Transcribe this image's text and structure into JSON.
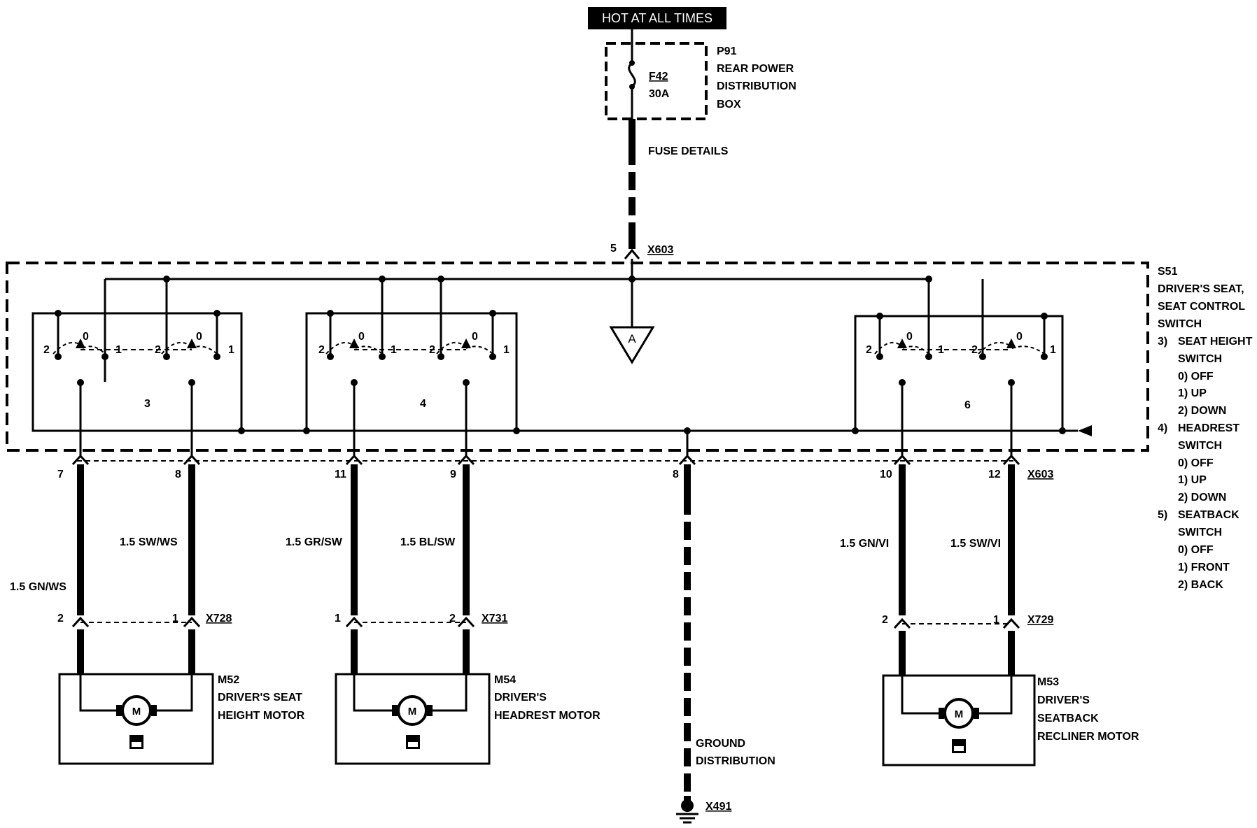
{
  "power": {
    "hot_label": "HOT AT ALL TIMES",
    "fuse_id": "F42",
    "fuse_rating": "30A",
    "box_ref": "P91",
    "box_name_1": "REAR POWER",
    "box_name_2": "DISTRIBUTION",
    "box_name_3": "BOX",
    "fuse_details": "FUSE DETAILS"
  },
  "top_connector": {
    "pin": "5",
    "ref": "X603"
  },
  "switch_module": {
    "ref": "S51",
    "lines": [
      "DRIVER'S SEAT,",
      "SEAT CONTROL",
      "SWITCH"
    ],
    "legend": [
      {
        "num": "3)",
        "name_1": "SEAT HEIGHT",
        "name_2": "SWITCH",
        "positions": [
          "0) OFF",
          "1) UP",
          "2) DOWN"
        ]
      },
      {
        "num": "4)",
        "name_1": "HEADREST",
        "name_2": "SWITCH",
        "positions": [
          "0) OFF",
          "1) UP",
          "2) DOWN"
        ]
      },
      {
        "num": "5)",
        "name_1": "SEATBACK",
        "name_2": "SWITCH",
        "positions": [
          "0) OFF",
          "1) FRONT",
          "2) BACK"
        ]
      }
    ],
    "switches": [
      {
        "number": "3",
        "contacts": [
          "2",
          "0",
          "1",
          "2",
          "0",
          "1"
        ]
      },
      {
        "number": "4",
        "contacts": [
          "2",
          "0",
          "1",
          "2",
          "0",
          "1"
        ]
      },
      {
        "number": "6",
        "contacts": [
          "2",
          "0",
          "1",
          "2",
          "0",
          "1"
        ]
      }
    ],
    "triangle_label": "A"
  },
  "bottom_connector": {
    "ref": "X603",
    "pins": [
      "7",
      "8",
      "11",
      "9",
      "8",
      "10",
      "12"
    ]
  },
  "wires": {
    "w1": "1.5 GN/WS",
    "w2": "1.5 SW/WS",
    "w3": "1.5 GR/SW",
    "w4": "1.5 BL/SW",
    "w5": "1.5 GN/VI",
    "w6": "1.5 SW/VI"
  },
  "motor_connectors": [
    {
      "ref": "X728",
      "pin_left": "2",
      "pin_right": "1"
    },
    {
      "ref": "X731",
      "pin_left": "1",
      "pin_right": "2"
    },
    {
      "ref": "X729",
      "pin_left": "2",
      "pin_right": "1"
    }
  ],
  "motors": [
    {
      "ref": "M52",
      "line_1": "DRIVER'S SEAT",
      "line_2": "HEIGHT MOTOR",
      "line_3": "",
      "symbol": "M"
    },
    {
      "ref": "M54",
      "line_1": "DRIVER'S",
      "line_2": "HEADREST MOTOR",
      "line_3": "",
      "symbol": "M"
    },
    {
      "ref": "M53",
      "line_1": "DRIVER'S",
      "line_2": "SEATBACK",
      "line_3": "RECLINER MOTOR",
      "symbol": "M"
    }
  ],
  "ground": {
    "label_1": "GROUND",
    "label_2": "DISTRIBUTION",
    "ref": "X491"
  }
}
